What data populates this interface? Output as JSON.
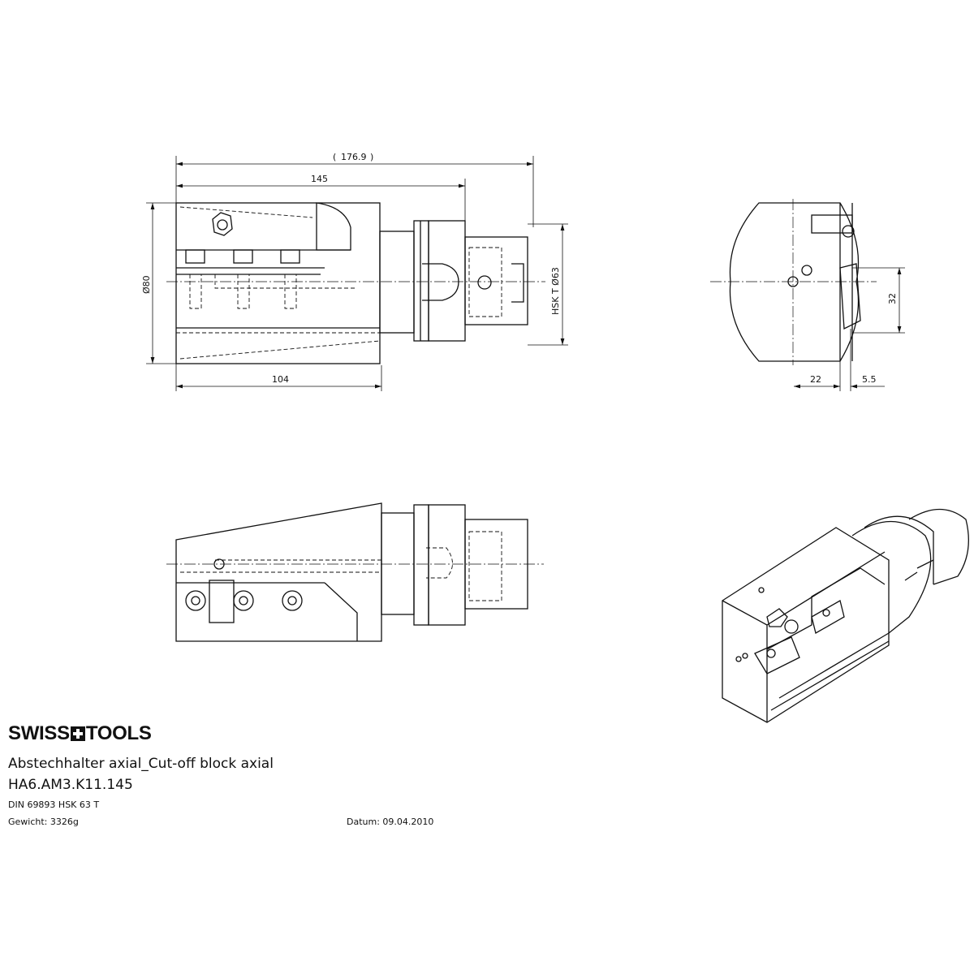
{
  "brand": {
    "logo_left": "SWISS",
    "logo_right": "TOOLS"
  },
  "title_block": {
    "description": "Abstechhalter axial_Cut-off block axial",
    "part_number": "HA6.AM3.K11.145",
    "standard": "DIN 69893 HSK 63 T",
    "weight": "Gewicht: 3326g",
    "date": "Datum: 09.04.2010"
  },
  "dimensions": {
    "overall_length": "176.9",
    "length_to_flange": "145",
    "body_length": "104",
    "body_diameter": "Ø80",
    "shank_label": "HSK T Ø63",
    "height_offset": "32",
    "width_22": "22",
    "width_5_5": "5.5"
  }
}
